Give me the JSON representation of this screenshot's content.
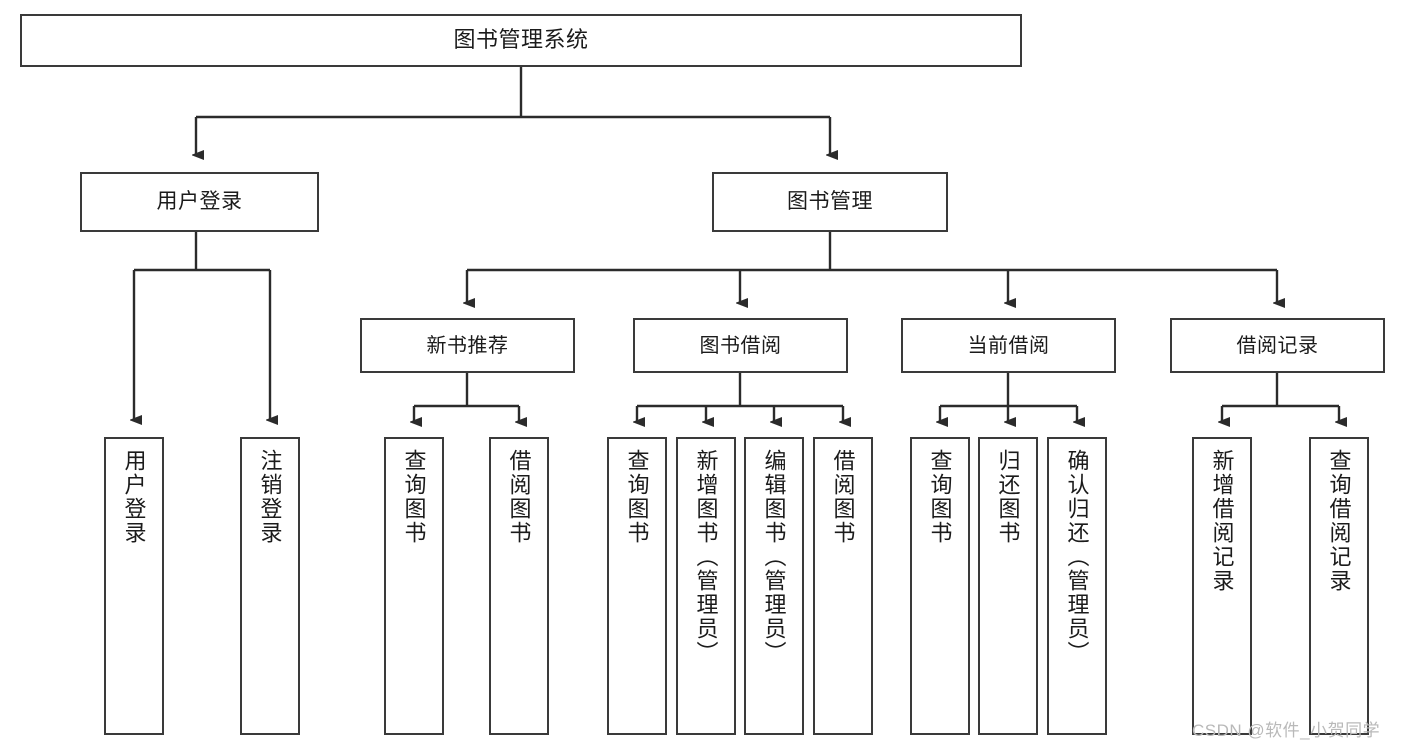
{
  "diagram": {
    "title": "图书管理系统",
    "type": "functional-structure-tree",
    "watermark": "CSDN @软件_小贺同学",
    "colors": {
      "background": "#ffffff",
      "node_border": "#3a3a3a",
      "node_fill": "#ffffff",
      "edge": "#2b2b2b",
      "text": "#1b1b1b",
      "watermark": "#b9b9b9"
    },
    "nodes": {
      "root": {
        "label": "图书管理系统"
      },
      "level2": [
        {
          "label": "用户登录"
        },
        {
          "label": "图书管理"
        }
      ],
      "level3": [
        {
          "label": "新书推荐"
        },
        {
          "label": "图书借阅"
        },
        {
          "label": "当前借阅"
        },
        {
          "label": "借阅记录"
        }
      ],
      "leaves": {
        "user_login": [
          {
            "label": "用户登录"
          },
          {
            "label": "注销登录"
          }
        ],
        "new_book_recommend": [
          {
            "label": "查询图书"
          },
          {
            "label": "借阅图书"
          }
        ],
        "book_borrow": [
          {
            "label": "查询图书"
          },
          {
            "label": "新增图书（管理员）"
          },
          {
            "label": "编辑图书（管理员）"
          },
          {
            "label": "借阅图书"
          }
        ],
        "current_borrow": [
          {
            "label": "查询图书"
          },
          {
            "label": "归还图书"
          },
          {
            "label": "确认归还（管理员）"
          }
        ],
        "borrow_record": [
          {
            "label": "新增借阅记录"
          },
          {
            "label": "查询借阅记录"
          }
        ]
      }
    }
  }
}
